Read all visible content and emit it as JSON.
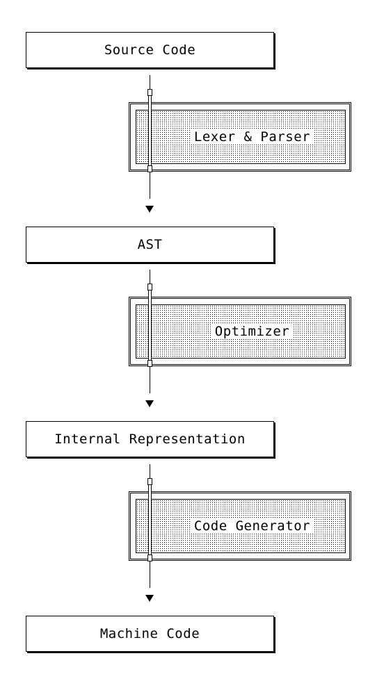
{
  "nodes": [
    {
      "label": "Source Code"
    },
    {
      "label": "AST"
    },
    {
      "label": "Internal Representation"
    },
    {
      "label": "Machine Code"
    }
  ],
  "processes": [
    {
      "label": "Lexer & Parser"
    },
    {
      "label": "Optimizer"
    },
    {
      "label": "Code Generator"
    }
  ]
}
